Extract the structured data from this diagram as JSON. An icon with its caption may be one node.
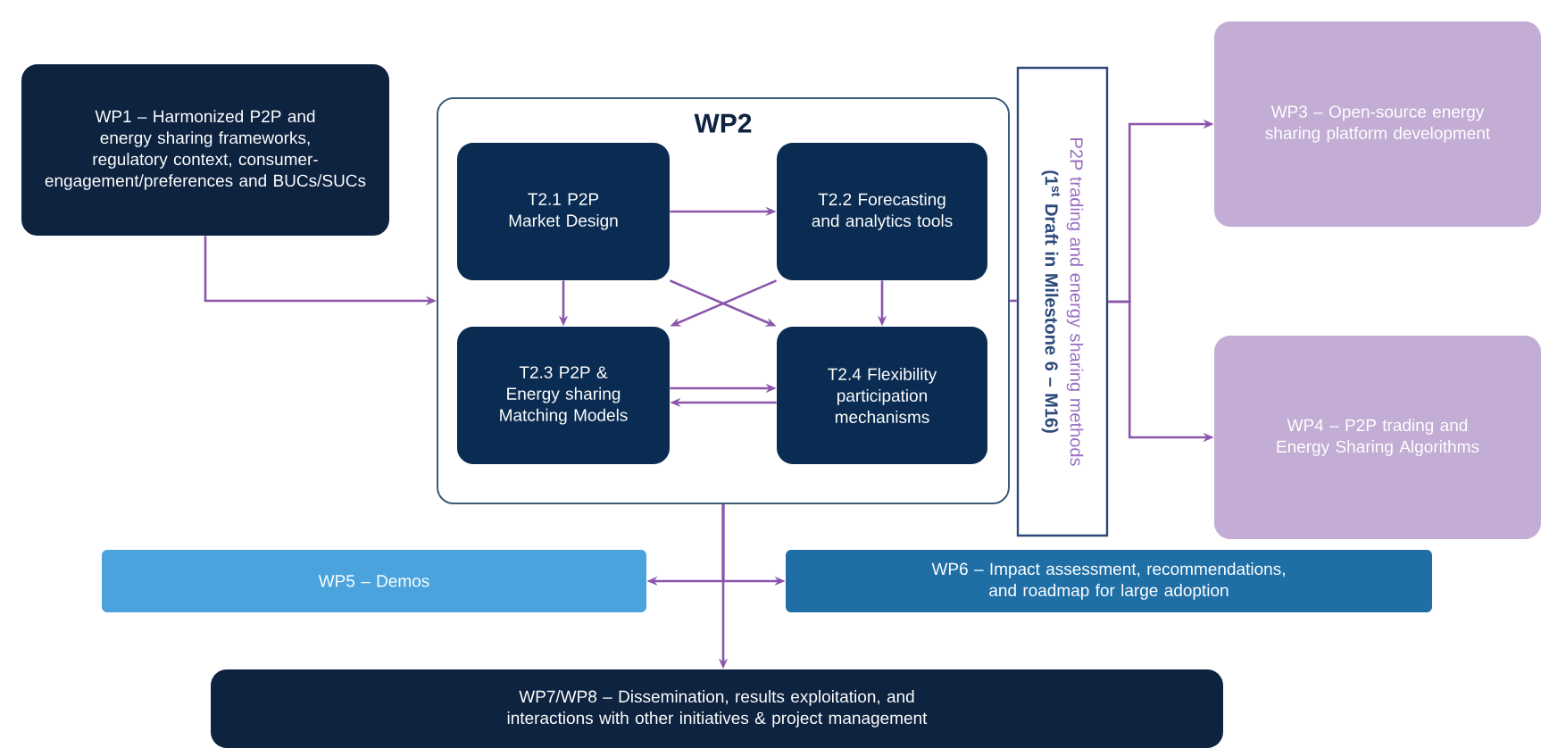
{
  "diagram": {
    "nodes": [
      {
        "text": [
          "WP1 – Harmonized P2P and energy sharing frameworks, regulatory context, consumer-engagement/preferences and BUCs/SUCs"
        ]
      },
      {
        "text": [
          "WP2"
        ]
      },
      {
        "text": [
          "T2.1 P2P Market Design"
        ],
        "in": 1
      },
      {
        "text": [
          "T2.2 Forecasting and analytics tools"
        ],
        "in": 1
      },
      {
        "text": [
          "T2.3 P2P & Energy sharing Matching Models"
        ],
        "in": 1
      },
      {
        "text": [
          "T2.4 Flexibility participation mechanisms"
        ],
        "in": 1
      },
      {
        "text": [
          "P2P trading and energy sharing methods",
          "(1$^{st}$ Draft in Milestone 6 – M16)"
        ]
      },
      {
        "text": [
          "WP3 – Open-source energy sharing platform development"
        ]
      },
      {
        "text": [
          "WP4 – P2P trading and Energy Sharing Algorithms"
        ]
      },
      {
        "text": [
          "WP5 – Demos"
        ]
      },
      {
        "text": [
          "WP6 – Impact assessment, recommendations, and roadmap for large adoption"
        ]
      },
      {
        "text": [
          "WP7/WP8 – Dissemination, results exploitation, and interactions with other initiatives & project management"
        ]
      }
    ],
    "edges": [
      {
        "from": 0,
        "to": 1,
        "arrow": "to"
      },
      {
        "from": 2,
        "to": 3,
        "arrow": "to"
      },
      {
        "from": 2,
        "to": 4,
        "arrow": "to"
      },
      {
        "from": 2,
        "to": 5,
        "arrow": "to"
      },
      {
        "from": 3,
        "to": 4,
        "arrow": "to"
      },
      {
        "from": 3,
        "to": 5,
        "arrow": "to"
      },
      {
        "from": 4,
        "to": 5,
        "arrow": "to"
      },
      {
        "from": 5,
        "to": 4,
        "arrow": "to"
      },
      {
        "from": 1,
        "to": 6,
        "arrow": "none"
      },
      {
        "from": 6,
        "to": 7,
        "arrow": "to"
      },
      {
        "from": 6,
        "to": 8,
        "arrow": "to"
      },
      {
        "from": 1,
        "to": 9,
        "arrow": "to"
      },
      {
        "from": 1,
        "to": 10,
        "arrow": "to"
      },
      {
        "from": 1,
        "to": 11,
        "arrow": "to"
      }
    ]
  }
}
